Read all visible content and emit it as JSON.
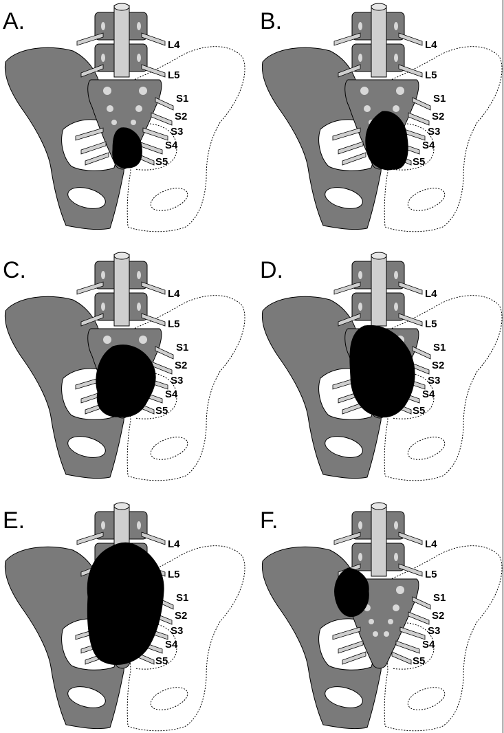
{
  "colors": {
    "bone": "#7a7a7a",
    "spine": "#cfcfcf",
    "nerve": "#cfcfcf",
    "foramen": "#d8d8d8",
    "tumor": "#000000",
    "outline": "#000000",
    "background": "#ffffff"
  },
  "nerve_labels": [
    "L4",
    "L5",
    "S1",
    "S2",
    "S3",
    "S4",
    "S5"
  ],
  "panels": [
    {
      "letter": "A.",
      "tumor_extent": "distal sacrum S3–S5"
    },
    {
      "letter": "B.",
      "tumor_extent": "sacrum S2–S5"
    },
    {
      "letter": "C.",
      "tumor_extent": "sacrum S2–S5, wider"
    },
    {
      "letter": "D.",
      "tumor_extent": "sacrum S1–S5"
    },
    {
      "letter": "E.",
      "tumor_extent": "sacrum and lumbar L4–S5"
    },
    {
      "letter": "F.",
      "tumor_extent": "sacroiliac / iliac wing"
    }
  ]
}
